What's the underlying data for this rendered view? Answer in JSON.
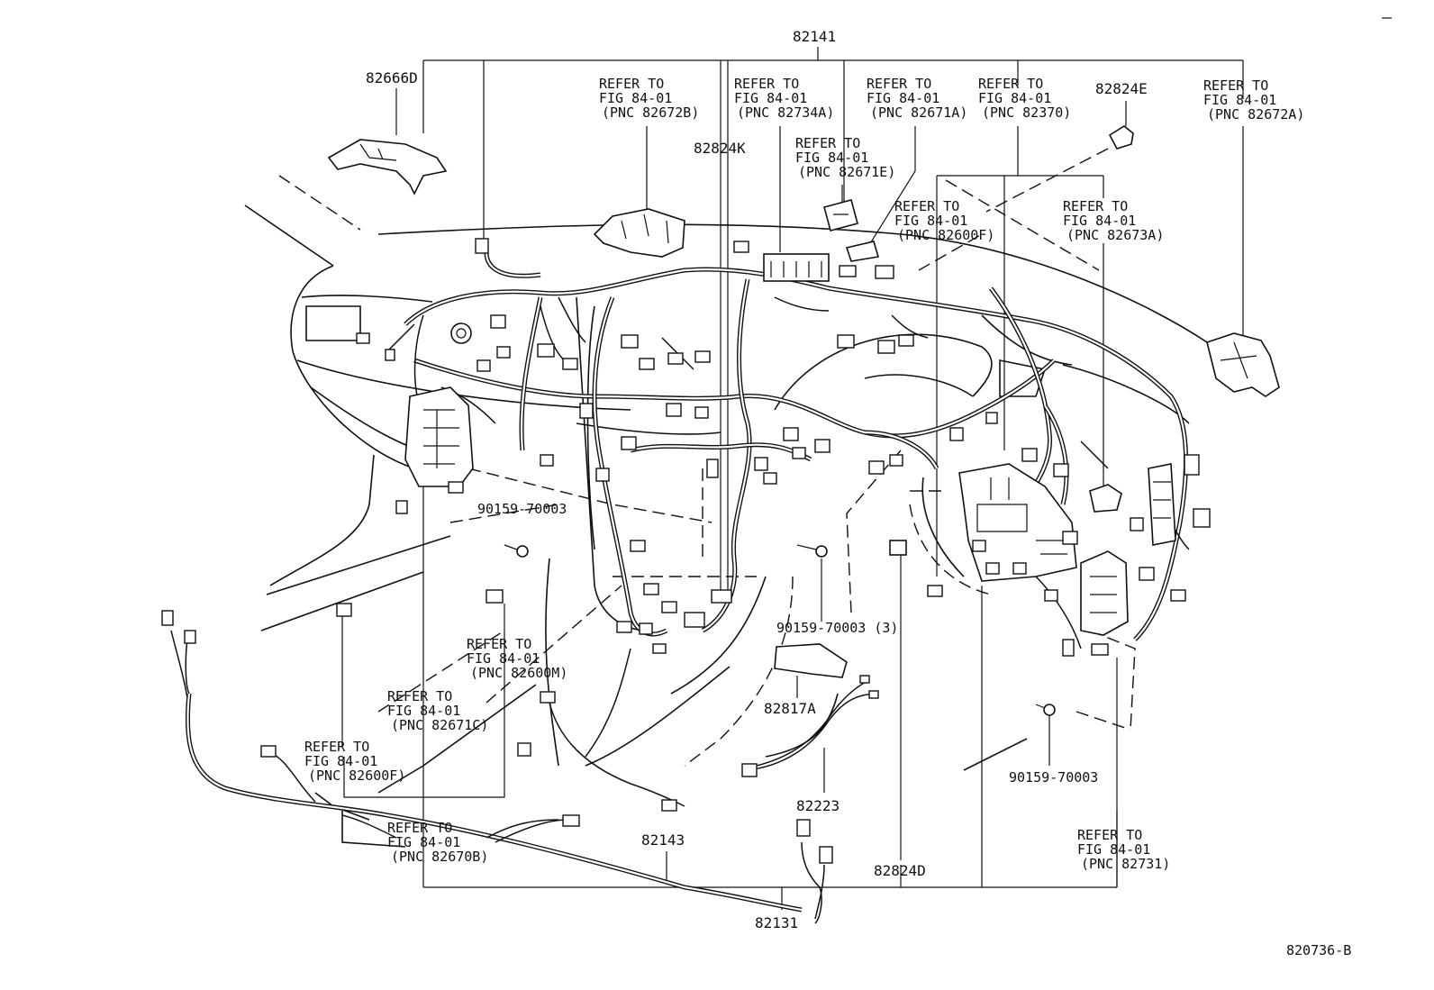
{
  "figure_id": "820736-B",
  "part_labels": {
    "p82141": "82141",
    "p82666D": "82666D",
    "p82824K": "82824K",
    "p82824E": "82824E",
    "p90159_left": "90159-70003",
    "p90159_mid": "90159-70003 (3)",
    "p90159_right": "90159-70003",
    "p82817A": "82817A",
    "p82223": "82223",
    "p82143": "82143",
    "p82824D": "82824D",
    "p82131": "82131"
  },
  "refer_notes": [
    {
      "line1": "REFER TO",
      "line2": "FIG 84-01",
      "line3": "(PNC 82672B)"
    },
    {
      "line1": "REFER TO",
      "line2": "FIG 84-01",
      "line3": "(PNC 82734A)"
    },
    {
      "line1": "REFER TO",
      "line2": "FIG 84-01",
      "line3": "(PNC 82671A)"
    },
    {
      "line1": "REFER TO",
      "line2": "FIG 84-01",
      "line3": "(PNC 82370)"
    },
    {
      "line1": "REFER TO",
      "line2": "FIG 84-01",
      "line3": "(PNC 82672A)"
    },
    {
      "line1": "REFER TO",
      "line2": "FIG 84-01",
      "line3": "(PNC 82671E)"
    },
    {
      "line1": "REFER TO",
      "line2": "FIG 84-01",
      "line3": "(PNC 82600F)"
    },
    {
      "line1": "REFER TO",
      "line2": "FIG 84-01",
      "line3": "(PNC 82673A)"
    },
    {
      "line1": "REFER TO",
      "line2": "FIG 84-01",
      "line3": "(PNC 82600M)"
    },
    {
      "line1": "REFER TO",
      "line2": "FIG 84-01",
      "line3": "(PNC 82671C)"
    },
    {
      "line1": "REFER TO",
      "line2": "FIG 84-01",
      "line3": "(PNC 82600F)"
    },
    {
      "line1": "REFER TO",
      "line2": "FIG 84-01",
      "line3": "(PNC 82670B)"
    },
    {
      "line1": "REFER TO",
      "line2": "FIG 84-01",
      "line3": "(PNC 82731)"
    }
  ]
}
